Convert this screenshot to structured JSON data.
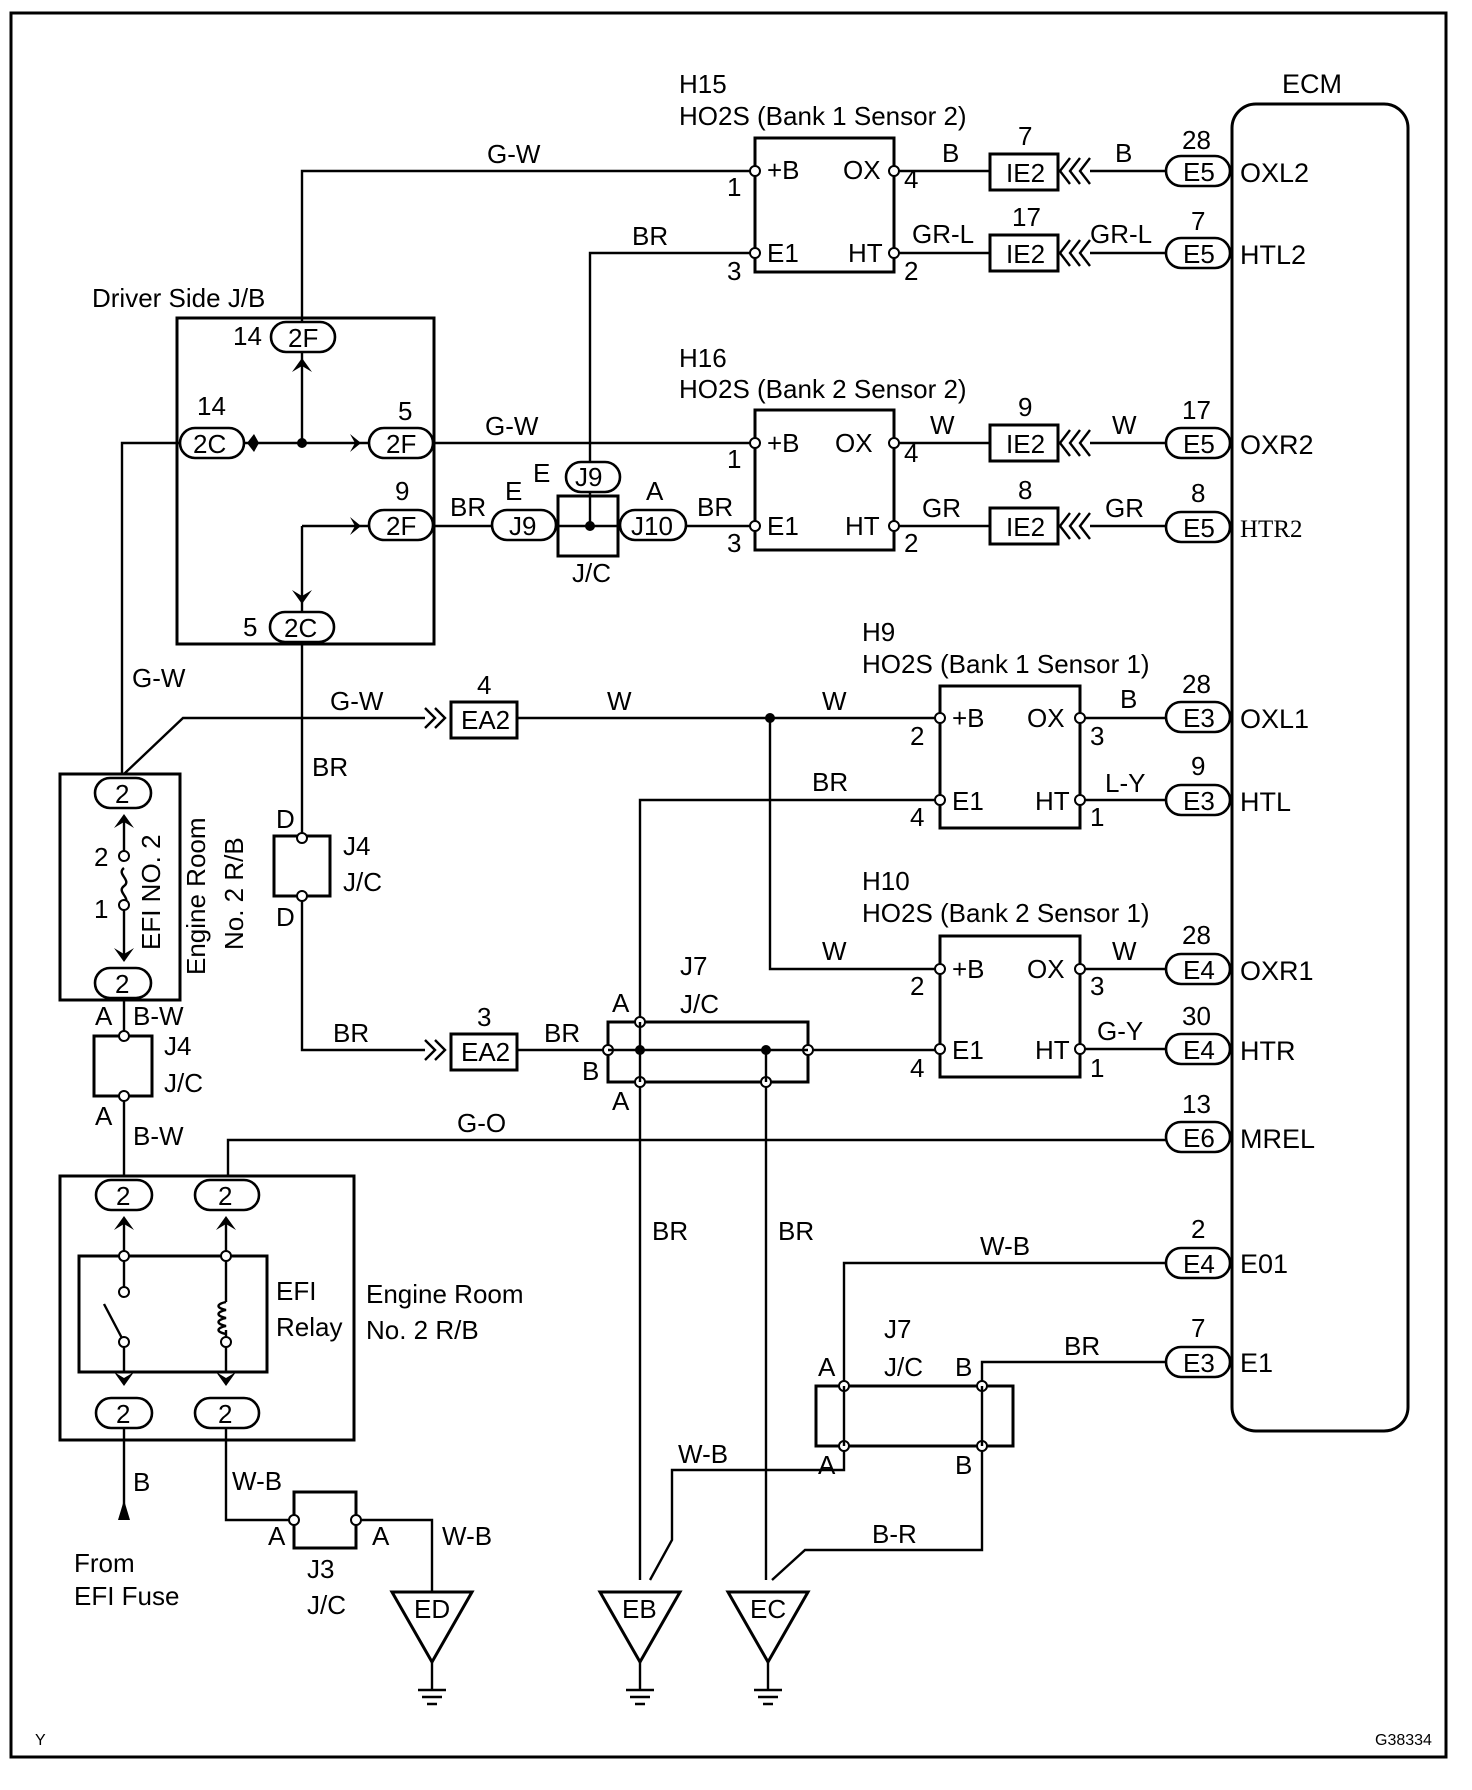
{
  "ecm": {
    "title": "ECM",
    "terminals": [
      {
        "pin": "28",
        "conn": "E5",
        "name": "OXL2"
      },
      {
        "pin": "7",
        "conn": "E5",
        "name": "HTL2"
      },
      {
        "pin": "17",
        "conn": "E5",
        "name": "OXR2"
      },
      {
        "pin": "8",
        "conn": "E5",
        "name": "HTR2"
      },
      {
        "pin": "28",
        "conn": "E3",
        "name": "OXL1"
      },
      {
        "pin": "9",
        "conn": "E3",
        "name": "HTL"
      },
      {
        "pin": "28",
        "conn": "E4",
        "name": "OXR1"
      },
      {
        "pin": "30",
        "conn": "E4",
        "name": "HTR"
      },
      {
        "pin": "13",
        "conn": "E6",
        "name": "MREL"
      },
      {
        "pin": "2",
        "conn": "E4",
        "name": "E01"
      },
      {
        "pin": "7",
        "conn": "E3",
        "name": "E1"
      }
    ]
  },
  "sensors": [
    {
      "code": "H15",
      "name": "HO2S (Bank 1 Sensor 2)",
      "b": "+B",
      "ox": "OX",
      "e1": "E1",
      "ht": "HT",
      "pins": [
        "1",
        "4",
        "3",
        "2"
      ]
    },
    {
      "code": "H16",
      "name": "HO2S (Bank 2 Sensor 2)",
      "b": "+B",
      "ox": "OX",
      "e1": "E1",
      "ht": "HT",
      "pins": [
        "1",
        "4",
        "3",
        "2"
      ]
    },
    {
      "code": "H9",
      "name": "HO2S (Bank 1 Sensor 1)",
      "b": "+B",
      "ox": "OX",
      "e1": "E1",
      "ht": "HT",
      "pins": [
        "2",
        "3",
        "4",
        "1"
      ]
    },
    {
      "code": "H10",
      "name": "HO2S (Bank 2 Sensor 1)",
      "b": "+B",
      "ox": "OX",
      "e1": "E1",
      "ht": "HT",
      "pins": [
        "2",
        "3",
        "4",
        "1"
      ]
    }
  ],
  "ie2": [
    {
      "pin": "7",
      "conn": "IE2",
      "wl": "B",
      "wr": "B"
    },
    {
      "pin": "17",
      "conn": "IE2",
      "wl": "GR-L",
      "wr": "GR-L"
    },
    {
      "pin": "9",
      "conn": "IE2",
      "wl": "W",
      "wr": "W"
    },
    {
      "pin": "8",
      "conn": "IE2",
      "wl": "GR",
      "wr": "GR"
    }
  ],
  "jb": {
    "title": "Driver Side J/B",
    "c1": {
      "pin": "14",
      "conn": "2F"
    },
    "c2": {
      "pin": "14",
      "conn": "2C"
    },
    "c3": {
      "pin": "5",
      "conn": "2F"
    },
    "c4": {
      "pin": "9",
      "conn": "2F"
    },
    "c5": {
      "pin": "5",
      "conn": "2C"
    }
  },
  "j9": {
    "e1": "E",
    "c1": "J9",
    "e2": "E",
    "c2": "J9",
    "a": "A",
    "c3": "J10",
    "jc": "J/C"
  },
  "ea2": [
    {
      "pin": "4",
      "conn": "EA2"
    },
    {
      "pin": "3",
      "conn": "EA2"
    }
  ],
  "j4a": {
    "a": "D",
    "b": "D",
    "name": "J4",
    "jc": "J/C"
  },
  "j4b": {
    "a": "A",
    "b": "A",
    "name": "J4",
    "jc": "J/C"
  },
  "j7a": {
    "name": "J7",
    "jc": "J/C",
    "a1": "A",
    "b": "B",
    "a2": "A"
  },
  "j7b": {
    "name": "J7",
    "jc": "J/C",
    "a1": "A",
    "b1": "B",
    "a2": "A",
    "b2": "B"
  },
  "j3": {
    "name": "J3",
    "jc": "J/C",
    "a1": "A",
    "a2": "A"
  },
  "efi_rb": {
    "name": "Engine Room No. 2 R/B",
    "fuse": "EFI NO. 2",
    "p_top": "2",
    "p_bot": "2",
    "n2": "2",
    "n1": "1"
  },
  "relay": {
    "line1": "EFI",
    "line2": "Relay",
    "rb1": "Engine Room",
    "rb2": "No. 2 R/B",
    "pin": "2"
  },
  "from": {
    "line1": "From",
    "line2": "EFI Fuse"
  },
  "grounds": [
    "ED",
    "EB",
    "EC"
  ],
  "wires": {
    "gw": "G-W",
    "br": "BR",
    "w": "W",
    "bw": "B-W",
    "go": "G-O",
    "wb": "W-B",
    "b": "B",
    "ly": "L-Y",
    "gy": "G-Y",
    "br2": "B-R"
  },
  "footer": {
    "left": "Y",
    "right": "G38334"
  }
}
